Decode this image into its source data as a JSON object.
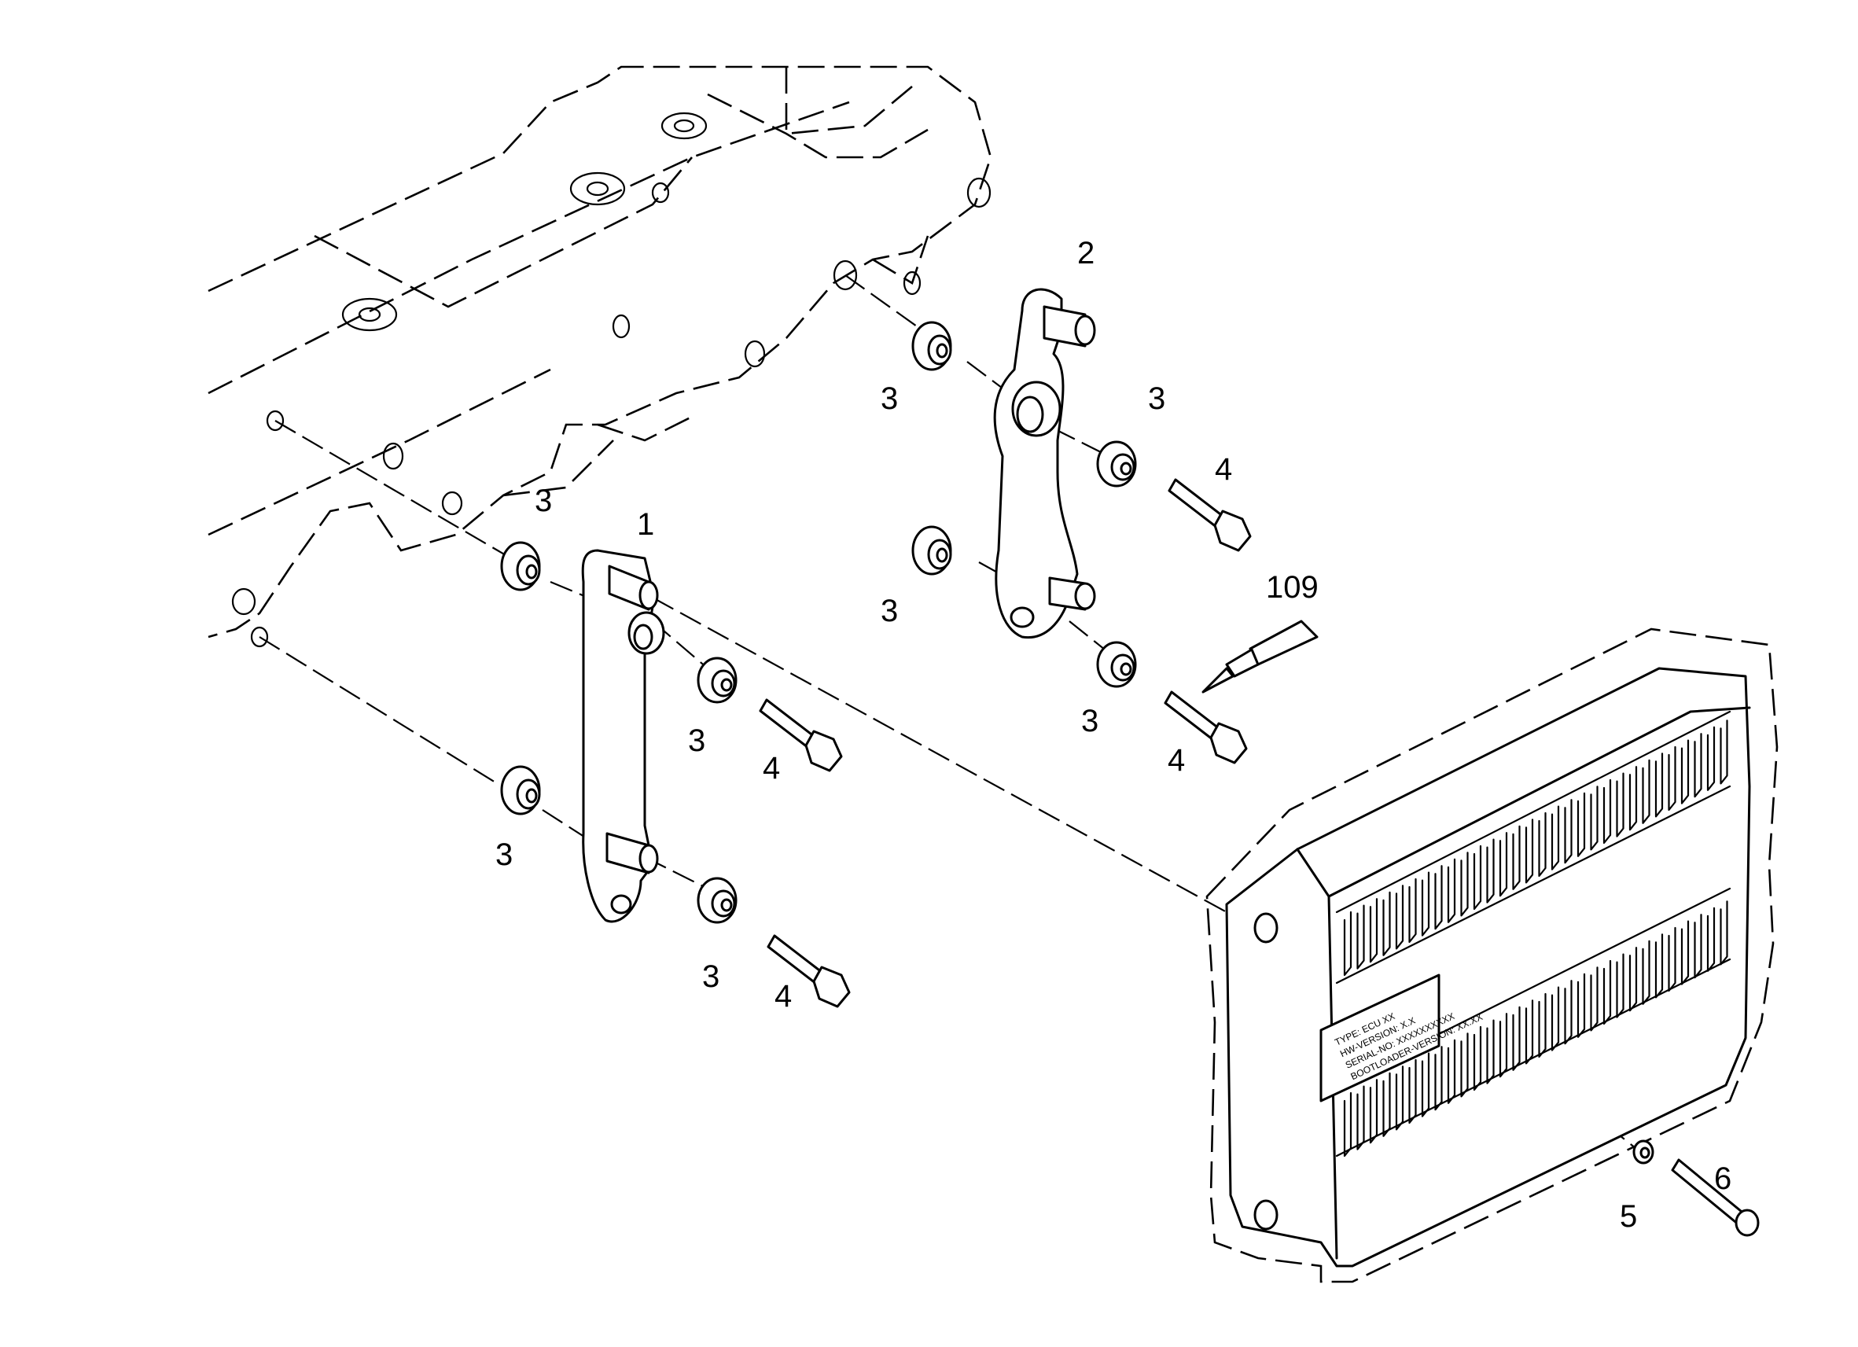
{
  "diagram": {
    "callouts": {
      "bracket_left": "1",
      "bracket_right": "2",
      "bushing": "3",
      "bolt": "4",
      "washer": "5",
      "screw": "6",
      "adhesive": "109"
    },
    "label_lines": [
      "TYPE: ECU XX",
      "HW-VERSION: X.X",
      "SERIAL-NO: XXXXXXXXXX",
      "BOOTLOADER-VERSION: XX.XX"
    ]
  }
}
